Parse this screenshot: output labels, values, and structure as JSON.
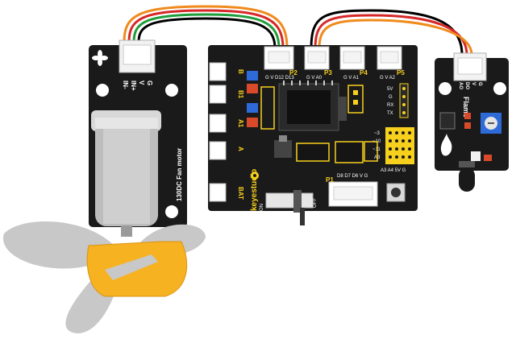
{
  "fan_module": {
    "pin_labels": [
      "IN-",
      "IN+",
      "V",
      "G"
    ],
    "title": "130DC Fan motor"
  },
  "driver_shield": {
    "brand": "keyestudio",
    "header_labels": {
      "p2": "P2",
      "p3": "P3",
      "p4": "P4",
      "p5": "P5",
      "p1": "P1",
      "p2_pins": "G V D12 D13",
      "p3_pins": "G V A0",
      "p4_pins": "G V A1",
      "p5_pins": "G V A2",
      "p1_pins": "D8 D7 D6 V G"
    },
    "motor_labels": [
      "B",
      "B1",
      "A1",
      "A",
      "BAT"
    ],
    "right_pins": [
      "5V",
      "G",
      "RX",
      "TX"
    ],
    "grid_labels": [
      "~3",
      "~10",
      "~11",
      "A3",
      "A3 A4 5V G"
    ],
    "switch": {
      "on": "ON",
      "off": "OFF"
    }
  },
  "flame_module": {
    "title": "Flame",
    "pin_labels": [
      "AO",
      "DO",
      "V",
      "G"
    ]
  },
  "wire_colors": [
    "#f08a1c",
    "#d62828",
    "#1e9e3a",
    "#000000"
  ]
}
